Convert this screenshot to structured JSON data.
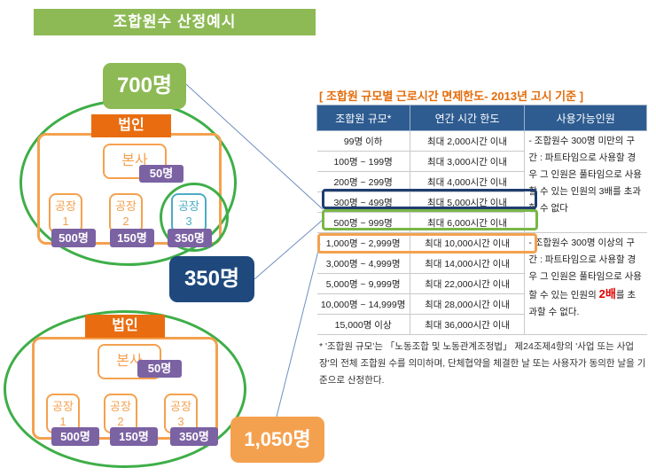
{
  "title": "조합원수 산정예시",
  "badges": {
    "top": "700명",
    "middle": "350명",
    "bottom": "1,050명"
  },
  "diagram1": {
    "corp": "법인",
    "hq": "본사",
    "hq_count": "50명",
    "factories": [
      {
        "name": "공장",
        "num": "1",
        "count": "500명"
      },
      {
        "name": "공장",
        "num": "2",
        "count": "150명"
      },
      {
        "name": "공장",
        "num": "3",
        "count": "350명"
      }
    ]
  },
  "diagram2": {
    "corp": "법인",
    "hq": "본사",
    "hq_count": "50명",
    "factories": [
      {
        "name": "공장",
        "num": "1",
        "count": "500명"
      },
      {
        "name": "공장",
        "num": "2",
        "count": "150명"
      },
      {
        "name": "공장",
        "num": "3",
        "count": "350명"
      }
    ]
  },
  "table": {
    "title": "[ 조합원 규모별 근로시간 면제한도- 2013년 고시 기준 ]",
    "headers": [
      "조합원 규모*",
      "연간 시간 한도",
      "사용가능인원"
    ],
    "rows": [
      [
        "99명 이하",
        "최대 2,000시간 이내"
      ],
      [
        "100명 ~ 199명",
        "최대 3,000시간 이내"
      ],
      [
        "200명 ~ 299명",
        "최대 4,000시간 이내"
      ],
      [
        "300명 ~ 499명",
        "최대 5,000시간 이내"
      ],
      [
        "500명 ~ 999명",
        "최대 6,000시간 이내"
      ],
      [
        "1,000명 ~ 2,999명",
        "최대 10,000시간 이내"
      ],
      [
        "3,000명 ~ 4,999명",
        "최대 14,000시간 이내"
      ],
      [
        "5,000명 ~ 9,999명",
        "최대 22,000시간 이내"
      ],
      [
        "10,000명 ~ 14,999명",
        "최대 28,000시간 이내"
      ],
      [
        "15,000명 이상",
        "최대 36,000시간 이내"
      ]
    ],
    "note1": "- 조합원수 300명 미만의 구간 : 파트타임으로 사용할 경우 그 인원은 풀타임으로 사용할 수 있는 인원의 3배를 초과할 수 없다",
    "note2_pre": "- 조합원수 300명 이상의 구간 : 파트타임으로 사용할 경우 그 인원은 풀타임으로 사용할 수 있는 인원의 ",
    "note2_em": "2배",
    "note2_post": "를 초과할 수 없다."
  },
  "footnote": "* '조합원 규모'는 「노동조합 및 노동관계조정법」 제24조제4항의 '사업 또는 사업장'의 전체 조합원 수를 의미하며, 단체협약을 체결한 날 또는 사용자가 동의한 날을 기준으로 산정한다."
}
